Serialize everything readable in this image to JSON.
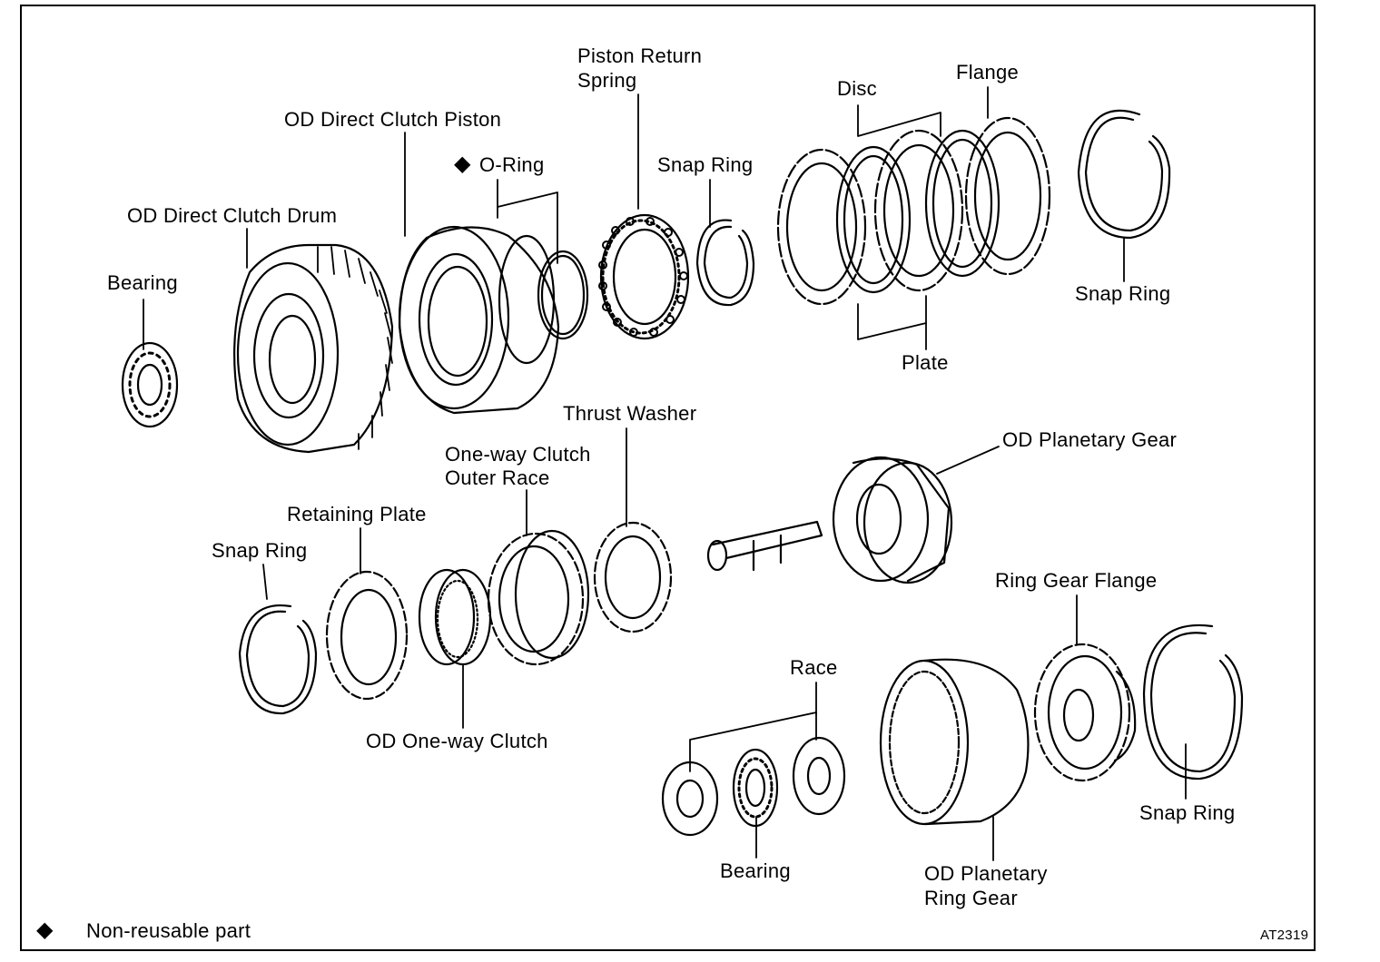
{
  "diagram": {
    "parts": {
      "bearing_top": "Bearing",
      "drum": "OD Direct Clutch Drum",
      "piston": "OD Direct Clutch Piston",
      "oring_mark": "◆",
      "oring": "O-Ring",
      "piston_spring_line1": "Piston Return",
      "piston_spring_line2": "Spring",
      "snap_ring_top": "Snap Ring",
      "disc": "Disc",
      "flange": "Flange",
      "plate": "Plate",
      "snap_ring_right": "Snap Ring",
      "thrust_washer": "Thrust Washer",
      "owc_outer_line1": "One-way Clutch",
      "owc_outer_line2": "Outer Race",
      "retaining_plate": "Retaining Plate",
      "snap_ring_left": "Snap Ring",
      "od_owc": "OD One-way Clutch",
      "planetary_gear": "OD Planetary Gear",
      "ring_gear_flange": "Ring Gear Flange",
      "race": "Race",
      "snap_ring_bottom": "Snap Ring",
      "bearing_bottom": "Bearing",
      "ring_gear_line1": "OD Planetary",
      "ring_gear_line2": "Ring Gear"
    },
    "legend": {
      "symbol": "◆",
      "text": "Non-reusable part"
    },
    "figure_id": "AT2319"
  }
}
